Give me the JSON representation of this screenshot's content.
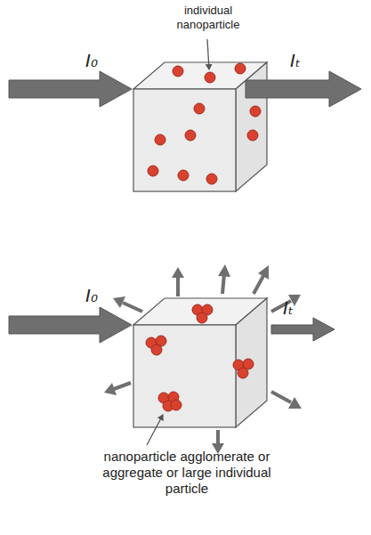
{
  "diagram": {
    "labels": [
      "individual nanoparticle",
      "I₀",
      "Iₜ",
      "nanoparticle agglomerate or aggregate or large individual particle",
      "I₀",
      "Iₜ"
    ]
  }
}
